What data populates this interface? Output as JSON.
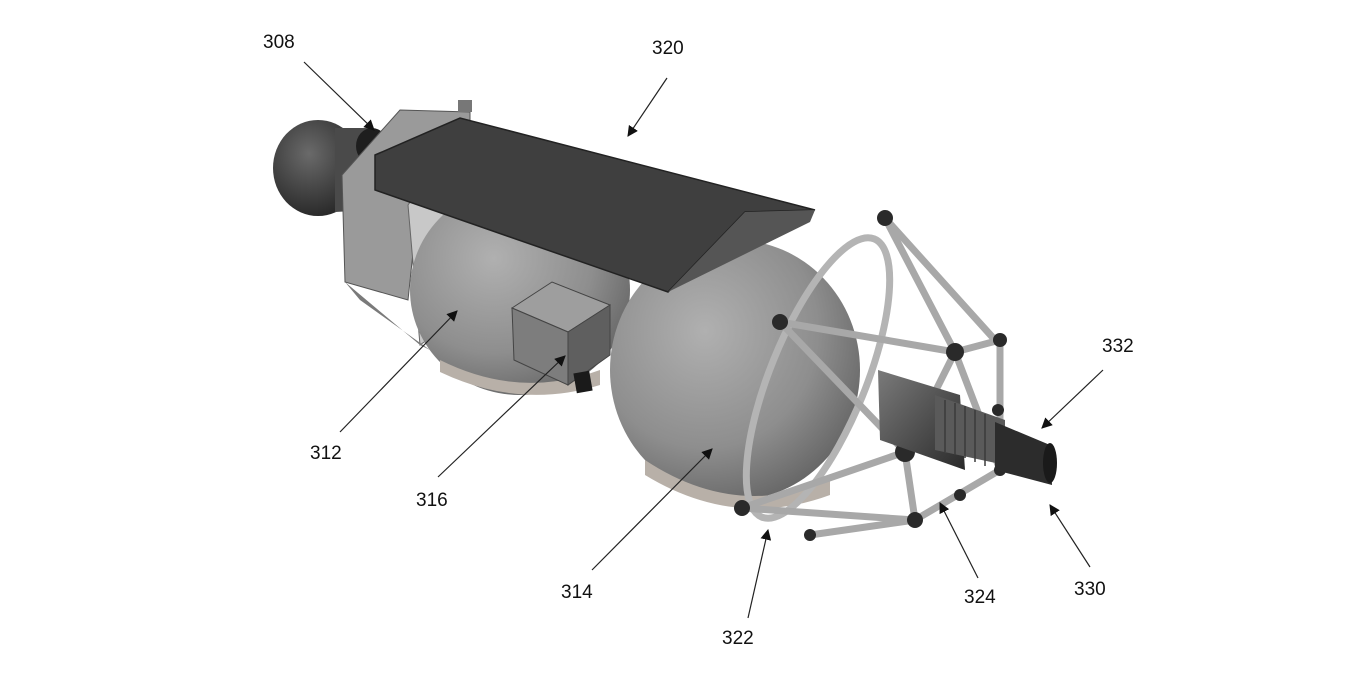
{
  "labels": {
    "l308": "308",
    "l320": "320",
    "l312": "312",
    "l316": "316",
    "l314": "314",
    "l322": "322",
    "l324": "324",
    "l330": "330",
    "l332": "332"
  },
  "colors": {
    "dark_panel": "#3f3f3f",
    "sphere": "#8c8c8c",
    "body": "#9a9a9a",
    "frame": "#bdbdbd",
    "line": "#222222"
  }
}
